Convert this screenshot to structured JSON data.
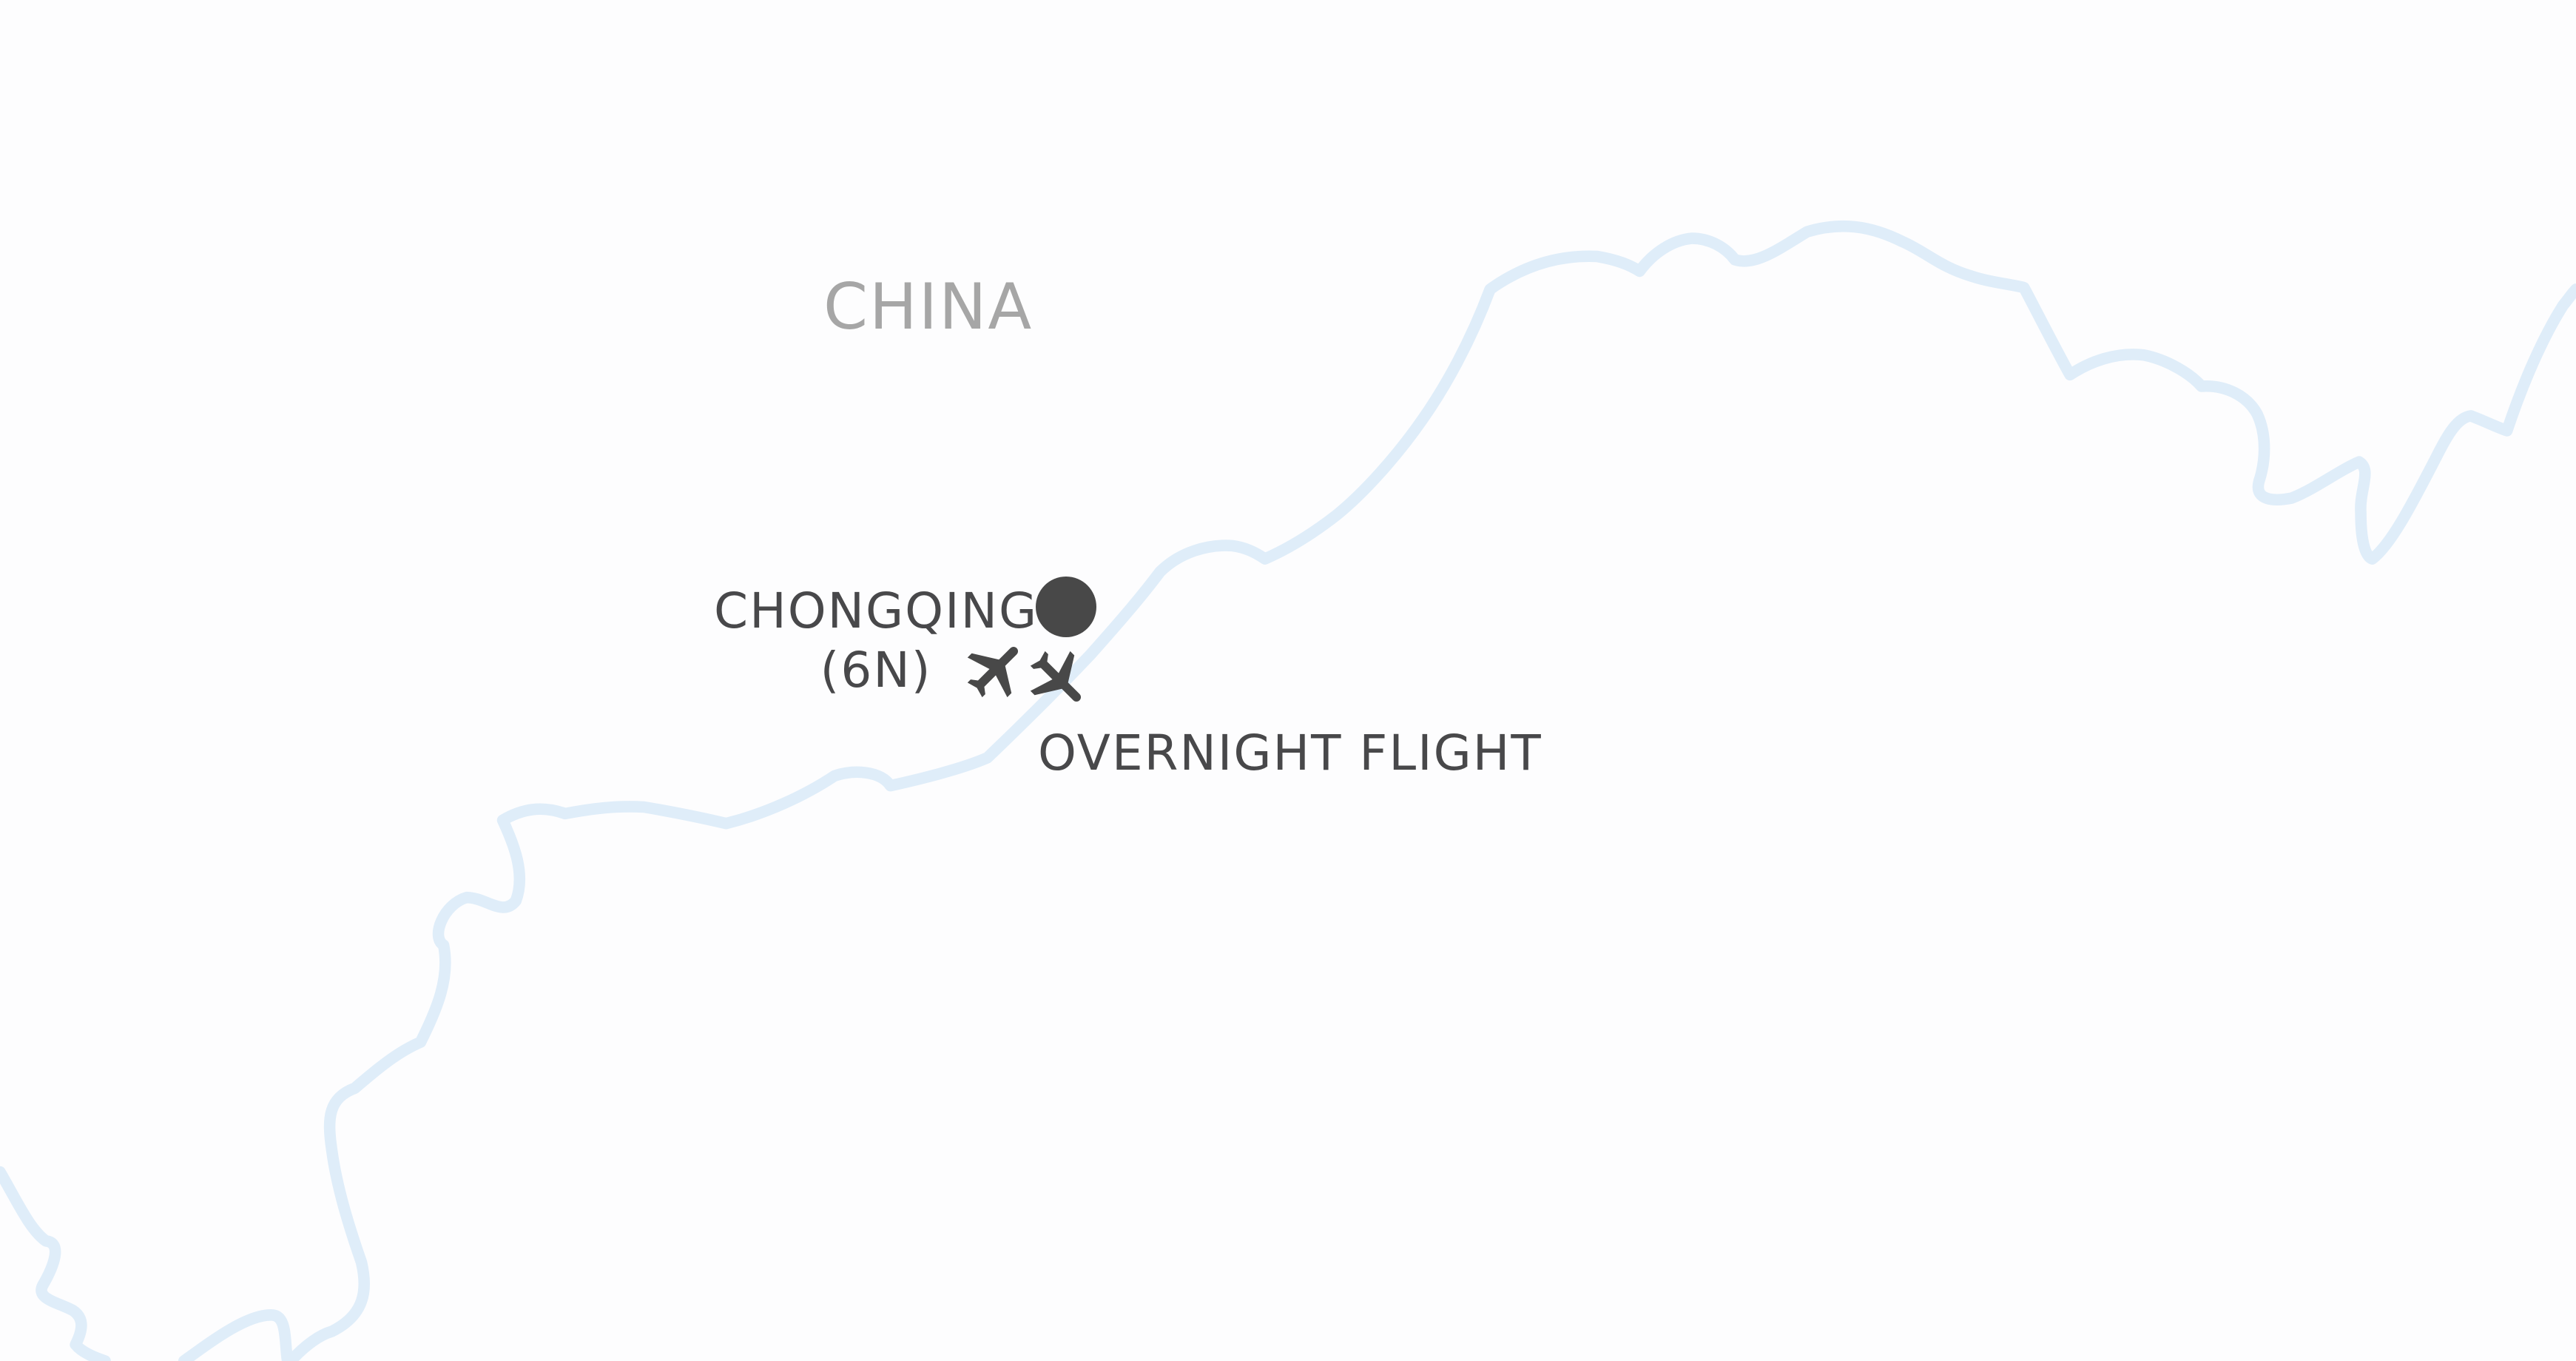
{
  "map": {
    "country_label": "CHINA",
    "city": {
      "name": "CHONGQING",
      "nights": "(6N)"
    },
    "flight_label": "OVERNIGHT FLIGHT",
    "icons": {
      "city_marker": "filled-circle",
      "departure": "airplane-departure-icon",
      "arrival": "airplane-arrival-icon"
    },
    "colors": {
      "background": "#fdfdfe",
      "border_line": "#dfedf9",
      "country_label": "#a6a6a6",
      "city_label": "#48484a",
      "marker": "#484848"
    }
  }
}
